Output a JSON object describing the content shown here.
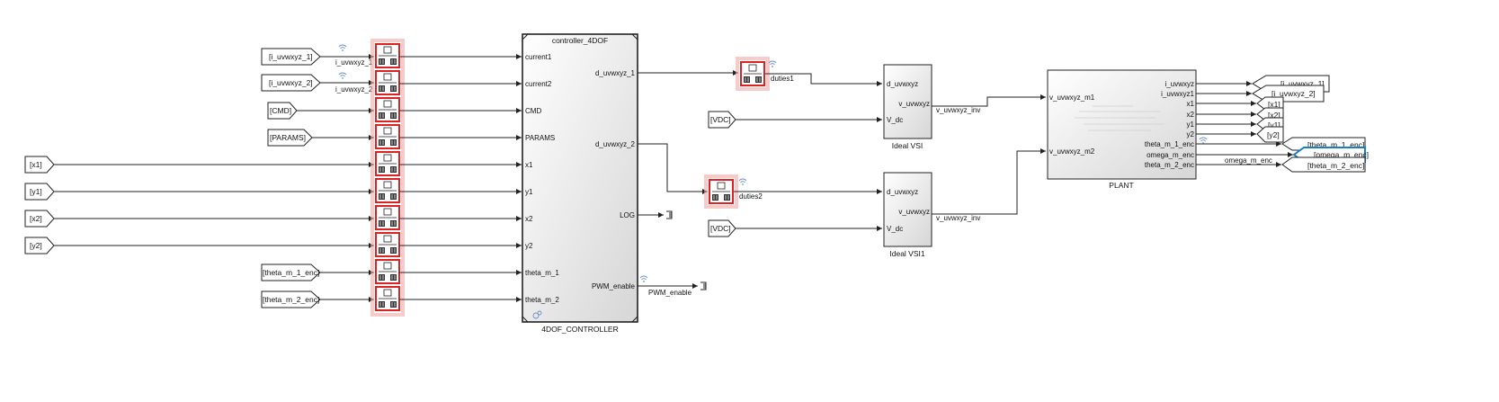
{
  "blocks": {
    "controller": {
      "title": "controller_4DOF",
      "caption": "4DOF_CONTROLLER",
      "inputs": [
        "current1",
        "current2",
        "CMD",
        "PARAMS",
        "x1",
        "y1",
        "x2",
        "y2",
        "theta_m_1",
        "theta_m_2"
      ],
      "outputs": [
        "d_uvwxyz_1",
        "d_uvwxyz_2",
        "LOG",
        "PWM_enable"
      ]
    },
    "vsi1": {
      "caption": "Ideal VSI",
      "in1": "d_uvwxyz",
      "in2": "V_dc",
      "out": "v_uvwxyz"
    },
    "vsi2": {
      "caption": "Ideal VSI1",
      "in1": "d_uvwxyz",
      "in2": "V_dc",
      "out": "v_uvwxyz"
    },
    "plant": {
      "caption": "PLANT",
      "in1": "v_uvwxyz_m1",
      "in2": "v_uvwxyz_m2",
      "outputs": [
        "i_uvwxyz",
        "i_uvwxyz1",
        "x1",
        "x2",
        "y1",
        "y2",
        "theta_m_1_enc",
        "omega_m_enc",
        "theta_m_2_enc"
      ]
    }
  },
  "from_tags": {
    "i1": "[i_uvwxyz_1]",
    "i2": "[i_uvwxyz_2]",
    "cmd": "[CMD]",
    "params": "[PARAMS]",
    "x1": "[x1]",
    "y1": "[y1]",
    "x2": "[x2]",
    "y2": "[y2]",
    "th1": "[theta_m_1_enc]",
    "th2": "[theta_m_2_enc]",
    "vdc1": "[VDC]",
    "vdc2": "[VDC]"
  },
  "goto_tags": {
    "i1": "[i_uvwxyz_1]",
    "i2": "[i_uvwxyz_2]",
    "x1": "[x1]",
    "x2": "[x2]",
    "y1": "[y1]",
    "y2": "[y2]",
    "th1": "[theta_m_1_enc]",
    "om": "[omega_m_enc]",
    "th2": "[theta_m_2_enc]"
  },
  "signals": {
    "i1": "i_uvwxyz_1",
    "i2": "i_uvwxyz_2",
    "duties1": "duties1",
    "duties2": "duties2",
    "vinv1": "v_uvwxyz_inv",
    "vinv2": "v_uvwxyz_inv",
    "pwm": "PWM_enable",
    "omega": "omega_m_enc"
  },
  "colors": {
    "rate_transition_border": "#d22222",
    "selected_goto": "#1a7fc0",
    "line": "#222222"
  }
}
